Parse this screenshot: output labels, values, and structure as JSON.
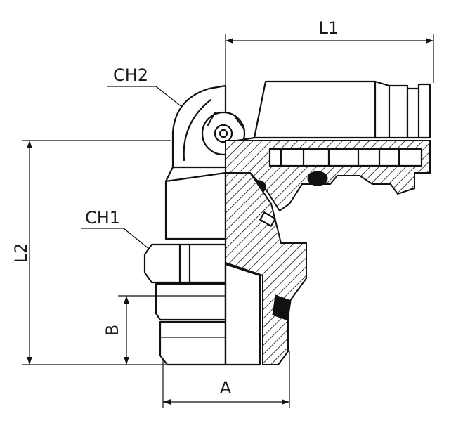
{
  "dimensions": {
    "l1": "L1",
    "l2": "L2",
    "ch1": "CH1",
    "ch2": "CH2",
    "a": "A",
    "b": "B"
  },
  "colors": {
    "line": "#111111",
    "background": "#ffffff"
  }
}
